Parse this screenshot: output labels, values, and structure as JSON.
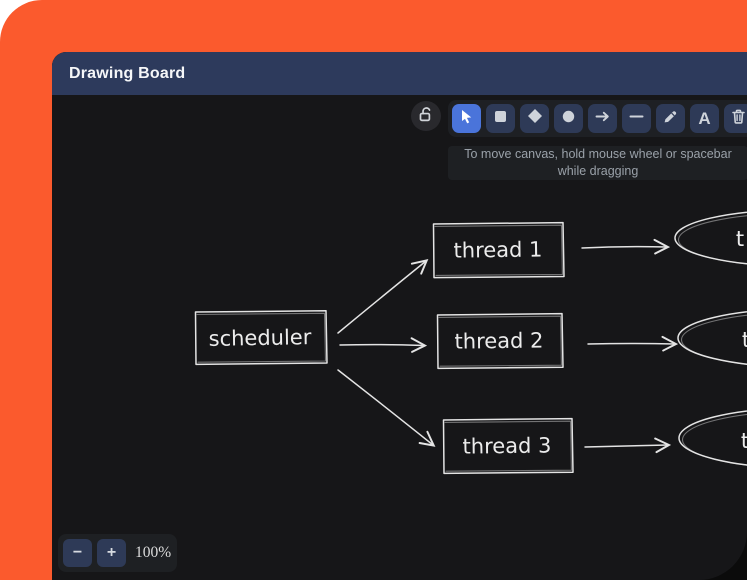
{
  "window": {
    "title": "Drawing Board"
  },
  "toolbar": {
    "lock_tool": {
      "icon": "unlock-icon",
      "locked": false
    },
    "active_tool": "selection",
    "tools": [
      {
        "name": "selection",
        "icon": "cursor-arrow-icon",
        "active": true
      },
      {
        "name": "rectangle",
        "icon": "square-icon",
        "active": false
      },
      {
        "name": "diamond",
        "icon": "diamond-icon",
        "active": false
      },
      {
        "name": "ellipse",
        "icon": "circle-icon",
        "active": false
      },
      {
        "name": "arrow",
        "icon": "arrow-right-icon",
        "active": false
      },
      {
        "name": "line",
        "icon": "horizontal-line-icon",
        "active": false
      },
      {
        "name": "draw",
        "icon": "pencil-icon",
        "active": false
      },
      {
        "name": "text",
        "icon": "letter-a-icon",
        "active": false
      },
      {
        "name": "eraser",
        "icon": "trash-icon",
        "active": false
      }
    ],
    "text_tool_glyph": "A"
  },
  "tooltip": {
    "line1": "To move canvas, hold mouse wheel or spacebar",
    "line2": "while dragging"
  },
  "diagram": {
    "nodes": [
      {
        "id": "scheduler",
        "type": "rectangle",
        "label": "scheduler"
      },
      {
        "id": "thread-1",
        "type": "rectangle",
        "label": "thread 1"
      },
      {
        "id": "thread-2",
        "type": "rectangle",
        "label": "thread 2"
      },
      {
        "id": "thread-3",
        "type": "rectangle",
        "label": "thread 3"
      },
      {
        "id": "ellipse-1",
        "type": "ellipse",
        "label": "t"
      },
      {
        "id": "ellipse-2",
        "type": "ellipse",
        "label": "t"
      },
      {
        "id": "ellipse-3",
        "type": "ellipse",
        "label": "t"
      }
    ],
    "edges": [
      {
        "from": "scheduler",
        "to": "thread-1"
      },
      {
        "from": "scheduler",
        "to": "thread-2"
      },
      {
        "from": "scheduler",
        "to": "thread-3"
      },
      {
        "from": "thread-1",
        "to": "ellipse-1"
      },
      {
        "from": "thread-2",
        "to": "ellipse-2"
      },
      {
        "from": "thread-3",
        "to": "ellipse-3"
      }
    ],
    "stroke_color": "#e4e4e4"
  },
  "zoombar": {
    "minus_label": "−",
    "plus_label": "+",
    "zoom_level": "100%"
  },
  "colors": {
    "desktop_orange": "#fb5a2d",
    "titlebar_navy": "#2d3a5c",
    "canvas_dark": "#161618",
    "panel_dark": "#1e2024",
    "button_navy": "#2e3a57",
    "active_tool_blue": "#4a74da"
  }
}
